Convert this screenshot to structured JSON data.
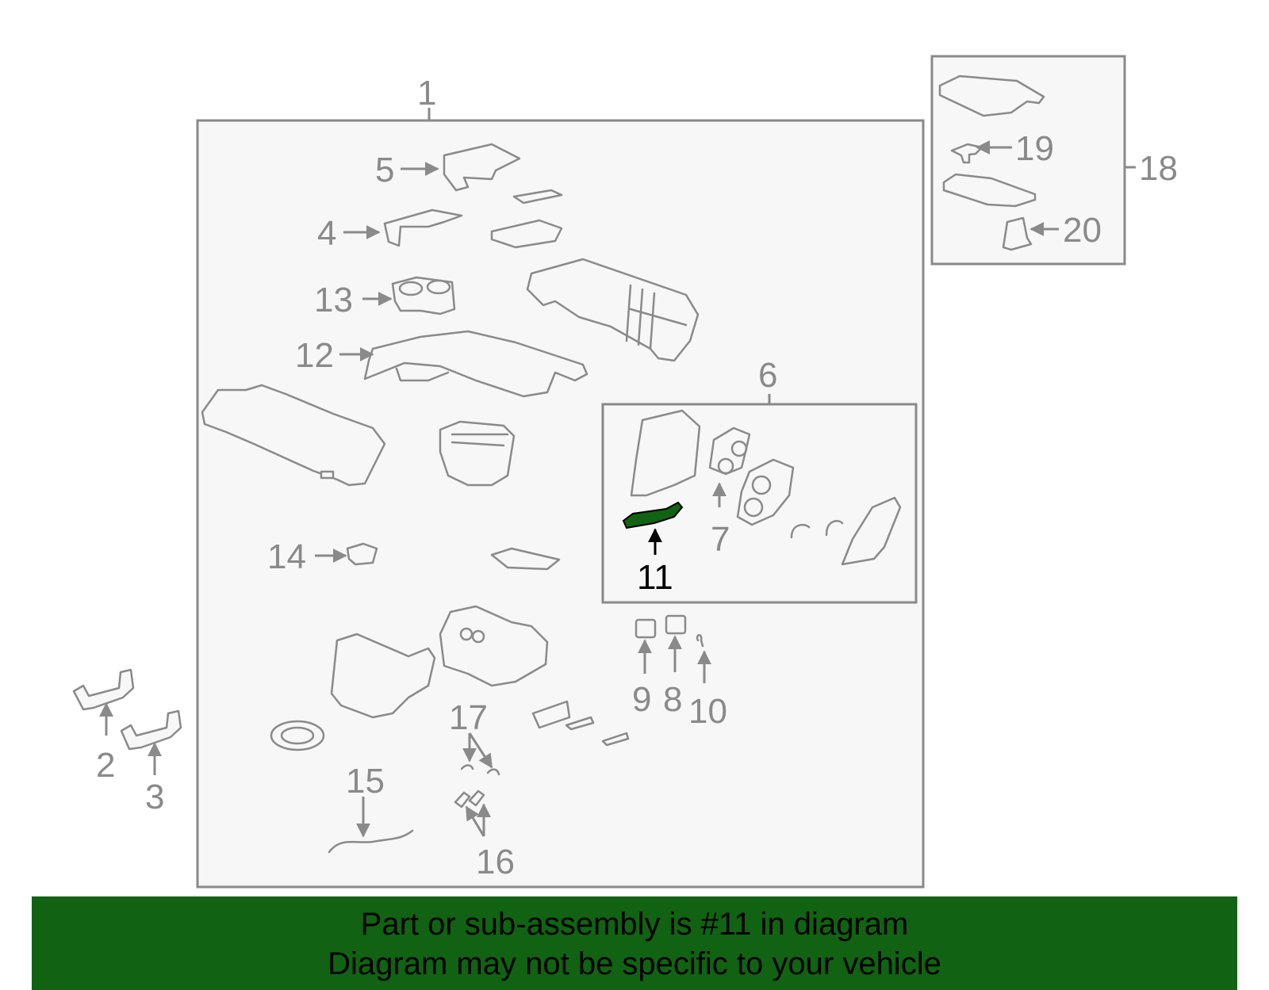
{
  "callouts": {
    "n1": "1",
    "n2": "2",
    "n3": "3",
    "n4": "4",
    "n5": "5",
    "n6": "6",
    "n7": "7",
    "n8": "8",
    "n9": "9",
    "n10": "10",
    "n11": "11",
    "n12": "12",
    "n13": "13",
    "n14": "14",
    "n15": "15",
    "n16": "16",
    "n17": "17",
    "n18": "18",
    "n19": "19",
    "n20": "20"
  },
  "highlight_part": "11",
  "colors": {
    "outline": "#8a8a8a",
    "highlight": "#116212",
    "banner": "#116212"
  },
  "banner": {
    "line1": "Part or sub-assembly is #11 in diagram",
    "line2": "Diagram may not be specific to your vehicle"
  }
}
